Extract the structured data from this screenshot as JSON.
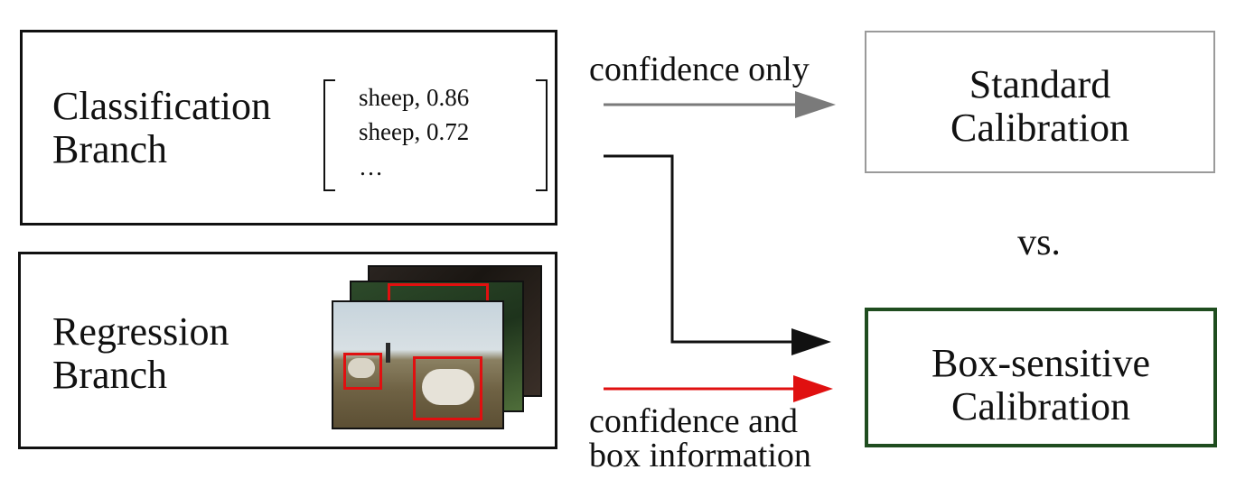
{
  "classification_branch": {
    "title_line1": "Classification",
    "title_line2": "Branch",
    "predictions": [
      "sheep, 0.86",
      "sheep, 0.72",
      "…"
    ]
  },
  "regression_branch": {
    "title_line1": "Regression",
    "title_line2": "Branch"
  },
  "arrows": {
    "top_label": "confidence only",
    "bottom_label_line1": "confidence and",
    "bottom_label_line2": "box information",
    "colors": {
      "gray": "#7a7a7a",
      "black": "#111111",
      "red": "#e01010"
    }
  },
  "standard_calibration": {
    "line1": "Standard",
    "line2": "Calibration"
  },
  "versus": "vs.",
  "box_sensitive_calibration": {
    "line1": "Box-sensitive",
    "line2": "Calibration",
    "border_color": "#1f4d1f"
  }
}
